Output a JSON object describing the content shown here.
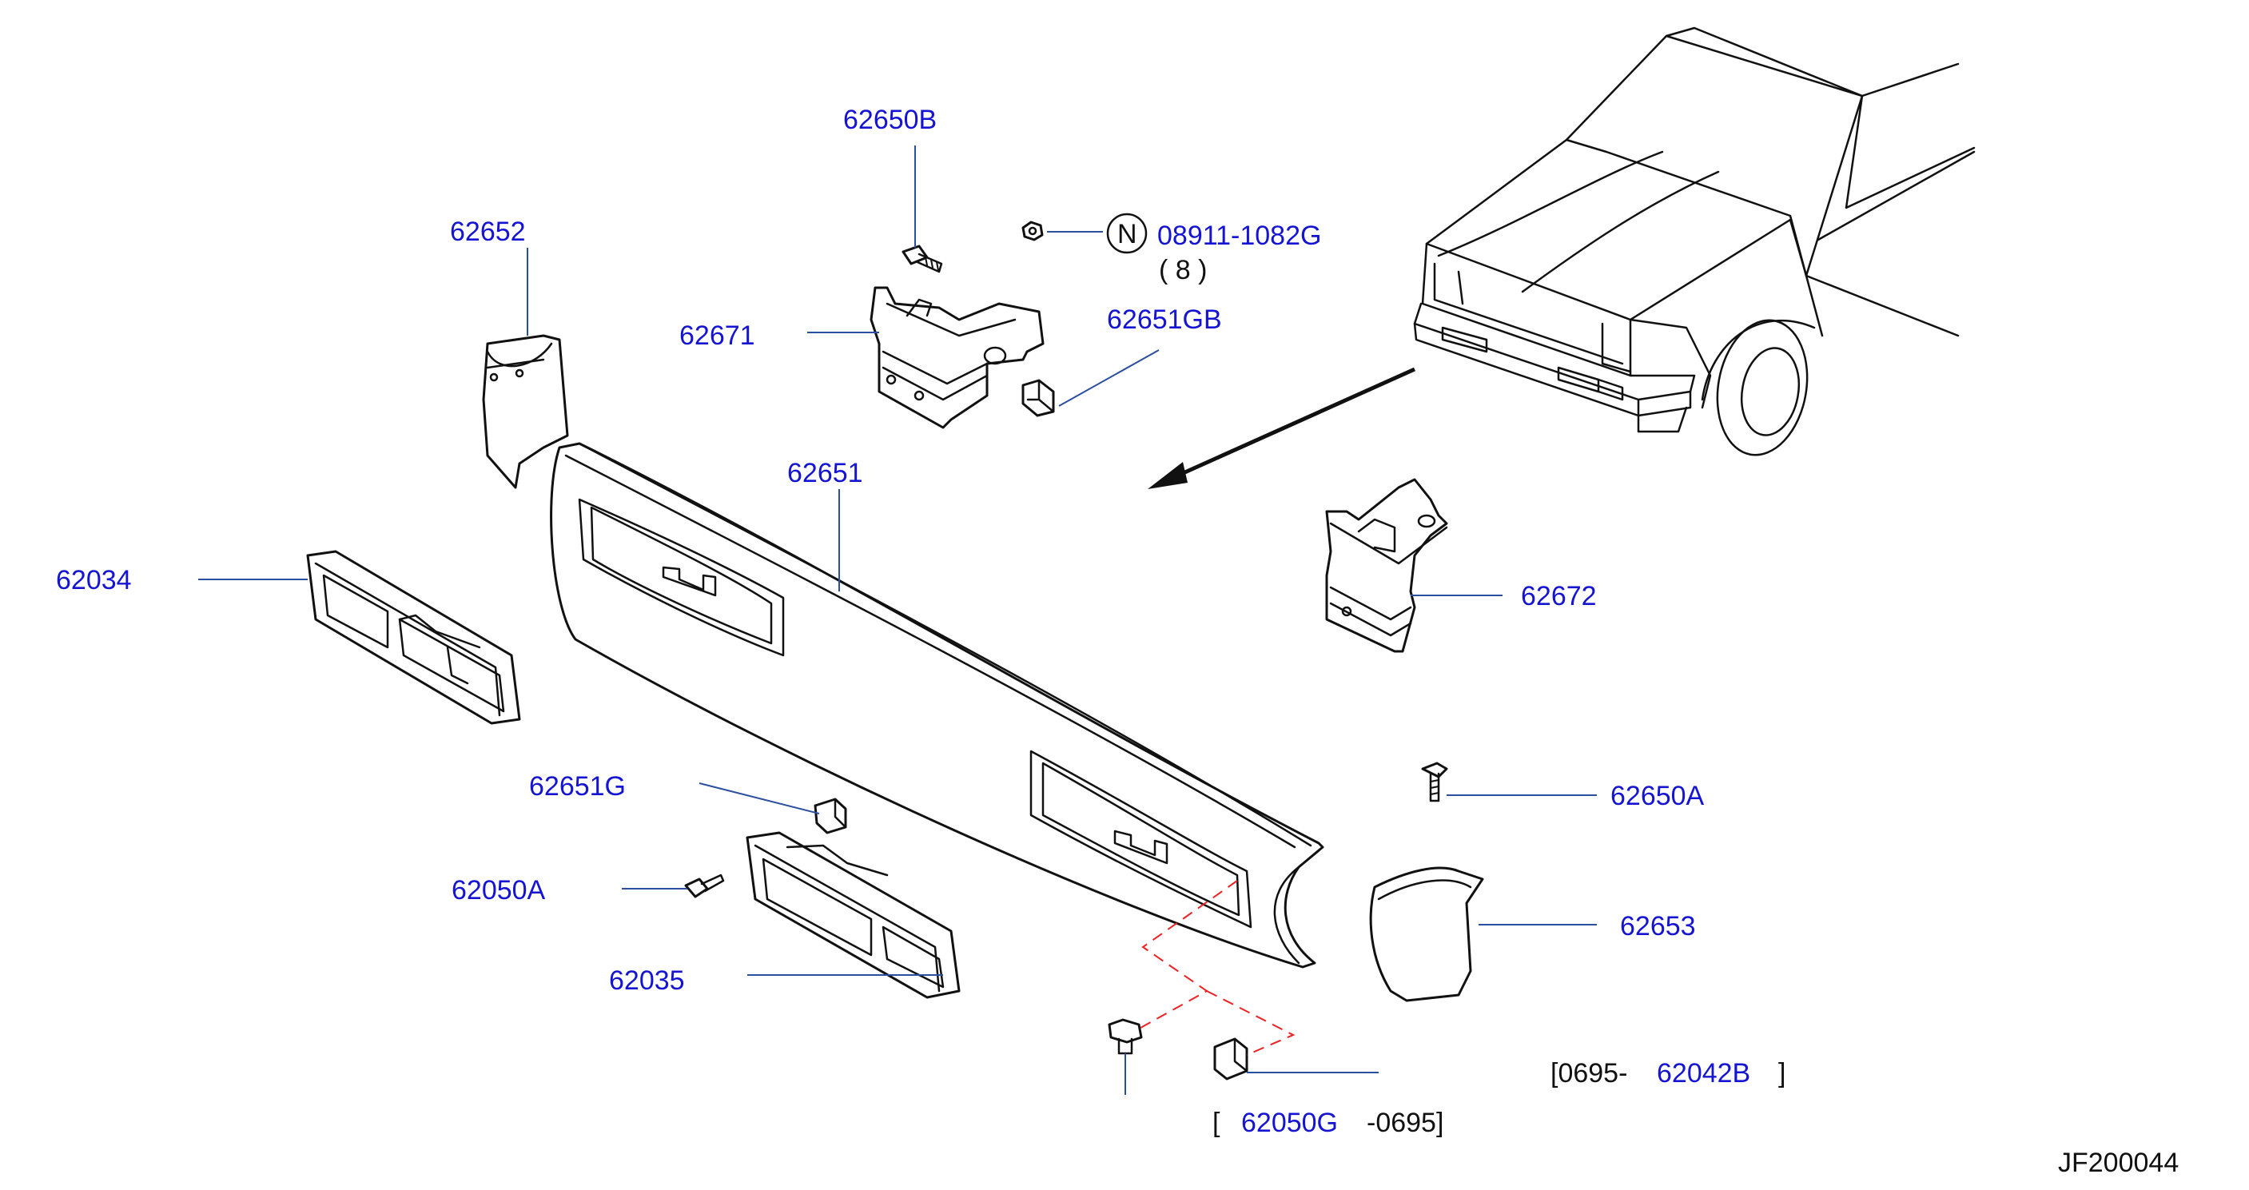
{
  "diagram_id": "JF200044",
  "callouts": {
    "p62650B": "62650B",
    "p62652": "62652",
    "p62671": "62671",
    "p08911": "08911-1082G",
    "p08911_marker": "N",
    "p08911_qty": "( 8 )",
    "p62651GB": "62651GB",
    "p62651": "62651",
    "p62034": "62034",
    "p62672": "62672",
    "p62651G": "62651G",
    "p62650A": "62650A",
    "p62050A": "62050A",
    "p62653": "62653",
    "p62035": "62035",
    "p62042B": "62042B",
    "p62042B_prefix": "[0695-",
    "p62042B_suffix": "]",
    "p62050G": "62050G",
    "p62050G_prefix": "[",
    "p62050G_suffix": "-0695]"
  },
  "colors": {
    "label": "#1414d2",
    "leader": "#2a4fa0",
    "dashed": "#ee2222",
    "ink": "#111111"
  }
}
